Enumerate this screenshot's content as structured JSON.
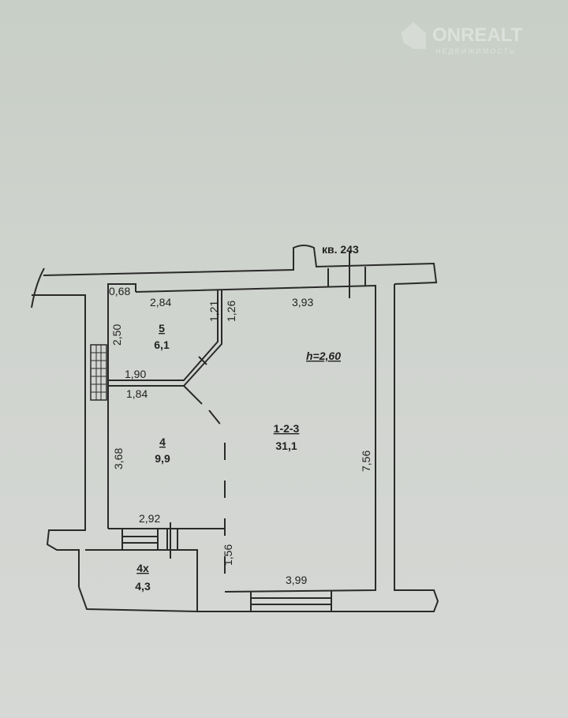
{
  "watermark": {
    "brand": "ONREALT",
    "tagline": "НЕДВИЖИМОСТЬ"
  },
  "plan": {
    "apartment_label": "кв. 243",
    "ceiling_height": "h=2,60",
    "rooms": [
      {
        "number": "5",
        "area": "6,1"
      },
      {
        "number": "4",
        "area": "9,9"
      },
      {
        "number": "1-2-3",
        "area": "31,1"
      },
      {
        "number": "4х",
        "area": "4,3"
      }
    ],
    "dimensions": {
      "d068": "0,68",
      "d284": "2,84",
      "d121": "1,21",
      "d126": "1,26",
      "d393": "3,93",
      "d250": "2,50",
      "d190": "1,90",
      "d184": "1,84",
      "d368": "3,68",
      "d756": "7,56",
      "d292": "2,92",
      "d156": "1,56",
      "d399": "3,99"
    }
  }
}
